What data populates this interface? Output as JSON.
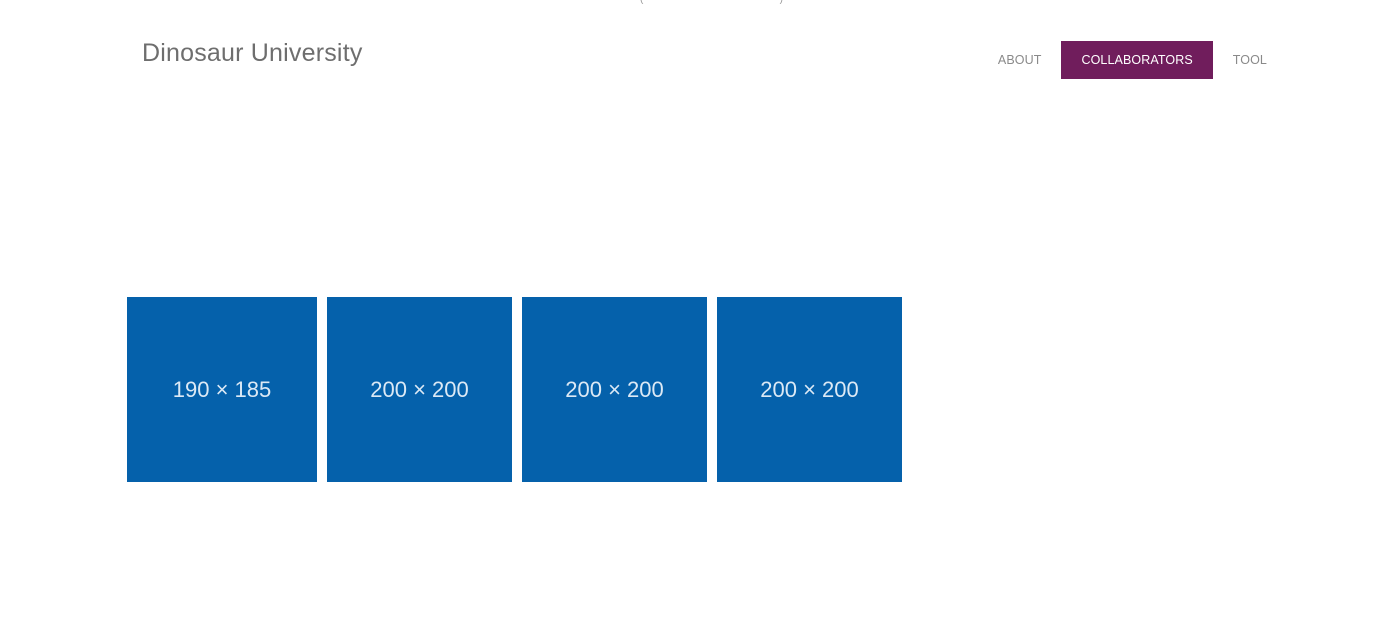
{
  "header": {
    "brand": "Dinosaur University"
  },
  "top_fragment": {
    "left": "(",
    "right": ")"
  },
  "nav": {
    "items": [
      {
        "label": "ABOUT",
        "active": false
      },
      {
        "label": "COLLABORATORS",
        "active": true
      },
      {
        "label": "TOOL",
        "active": false
      }
    ]
  },
  "gallery": {
    "tiles": [
      {
        "label": "190 × 185"
      },
      {
        "label": "200 × 200"
      },
      {
        "label": "200 × 200"
      },
      {
        "label": "200 × 200"
      }
    ]
  },
  "colors": {
    "accent_active_nav": "#701d5c",
    "tile_background": "#0561ab",
    "tile_text": "#dce9f5",
    "brand_text": "#6e6e6e",
    "nav_text": "#8a8a8a"
  }
}
